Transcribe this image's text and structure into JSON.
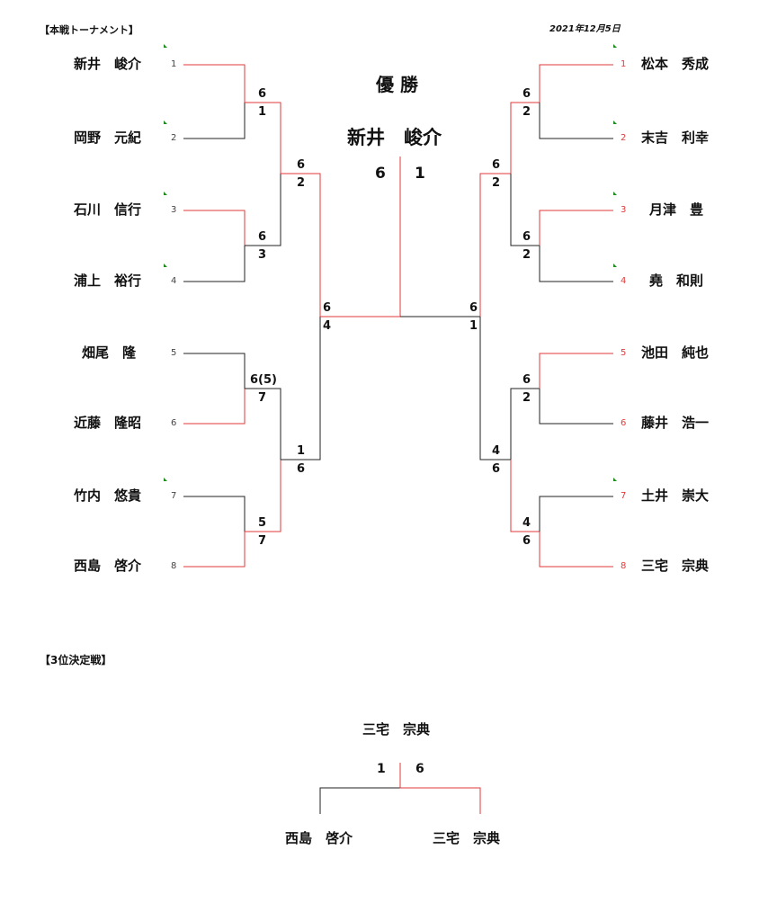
{
  "header": {
    "title": "【本戦トーナメント】",
    "date": "2021年12月5日"
  },
  "champion": {
    "label": "優 勝",
    "name": "新井　峻介",
    "score_left": "6",
    "score_right": "1"
  },
  "left_players": [
    {
      "name": "新井　峻介",
      "seed": "1"
    },
    {
      "name": "岡野　元紀",
      "seed": "2"
    },
    {
      "name": "石川　信行",
      "seed": "3"
    },
    {
      "name": "浦上　裕行",
      "seed": "4"
    },
    {
      "name": "畑尾　隆",
      "seed": "5"
    },
    {
      "name": "近藤　隆昭",
      "seed": "6"
    },
    {
      "name": "竹内　悠貴",
      "seed": "7"
    },
    {
      "name": "西島　啓介",
      "seed": "8"
    }
  ],
  "right_players": [
    {
      "name": "松本　秀成",
      "seed": "1"
    },
    {
      "name": "末吉　利幸",
      "seed": "2"
    },
    {
      "name": "月津　豊",
      "seed": "3"
    },
    {
      "name": "堯　和則",
      "seed": "4"
    },
    {
      "name": "池田　純也",
      "seed": "5"
    },
    {
      "name": "藤井　浩一",
      "seed": "6"
    },
    {
      "name": "土井　崇大",
      "seed": "7"
    },
    {
      "name": "三宅　宗典",
      "seed": "8"
    }
  ],
  "left_scores": {
    "r1": [
      [
        "6",
        "1"
      ],
      [
        "6",
        "3"
      ],
      [
        "6(5)",
        "7"
      ],
      [
        "5",
        "7"
      ]
    ],
    "r2": [
      [
        "6",
        "2"
      ],
      [
        "1",
        "6"
      ]
    ],
    "sf": [
      "6",
      "4"
    ]
  },
  "right_scores": {
    "r1": [
      [
        "6",
        "2"
      ],
      [
        "6",
        "2"
      ],
      [
        "6",
        "2"
      ],
      [
        "4",
        "6"
      ]
    ],
    "r2": [
      [
        "6",
        "2"
      ],
      [
        "4",
        "6"
      ]
    ],
    "sf": [
      "6",
      "1"
    ]
  },
  "third_place": {
    "title": "【3位決定戦】",
    "winner": "三宅　宗典",
    "score_left": "1",
    "score_right": "6",
    "left_player": "西島　啓介",
    "right_player": "三宅　宗典"
  },
  "colors": {
    "win": "#e03a3a",
    "lose": "#222222",
    "mark": "#1f8a1f"
  }
}
